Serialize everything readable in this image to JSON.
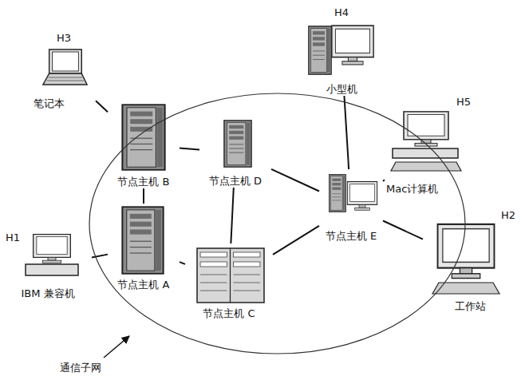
{
  "diagram": {
    "nodes": [
      {
        "text": [
          "通信子网"
        ]
      },
      {
        "text": [
          "H3",
          "笔记本"
        ]
      },
      {
        "text": [
          "H4",
          "小型机"
        ]
      },
      {
        "text": [
          "节点主机 B"
        ],
        "in": 0
      },
      {
        "text": [
          "节点主机 D"
        ],
        "in": 0
      },
      {
        "text": [
          "H5",
          "Mac计算机"
        ]
      },
      {
        "text": [
          "节点主机 E"
        ],
        "in": 0
      },
      {
        "text": [
          "H2",
          "工作站"
        ]
      },
      {
        "text": [
          "H1",
          "IBM 兼容机"
        ]
      },
      {
        "text": [
          "节点主机 A"
        ],
        "in": 0
      },
      {
        "text": [
          "节点主机 C"
        ],
        "in": 0
      }
    ],
    "edges": [
      {
        "from": 1,
        "to": 3,
        "arrow": "none"
      },
      {
        "from": 2,
        "to": 6,
        "arrow": "none"
      },
      {
        "from": 3,
        "to": 4,
        "arrow": "none"
      },
      {
        "from": 3,
        "to": 9,
        "arrow": "none"
      },
      {
        "from": 4,
        "to": 10,
        "arrow": "none"
      },
      {
        "from": 4,
        "to": 6,
        "arrow": "none"
      },
      {
        "from": 6,
        "to": 5,
        "arrow": "none"
      },
      {
        "from": 6,
        "to": 7,
        "arrow": "none"
      },
      {
        "from": 8,
        "to": 9,
        "arrow": "none"
      },
      {
        "from": 9,
        "to": 10,
        "arrow": "none"
      },
      {
        "from": 10,
        "to": 6,
        "arrow": "none"
      }
    ]
  }
}
